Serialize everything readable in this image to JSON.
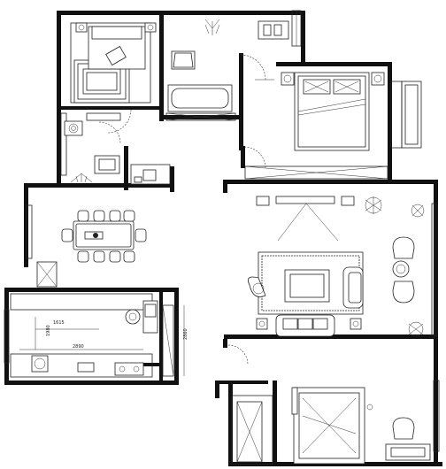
{
  "dimensions": {
    "kitchen_width": "1615",
    "kitchen_depth": "1980",
    "kitchen_length": "2890",
    "kitchen_side": "2860"
  }
}
